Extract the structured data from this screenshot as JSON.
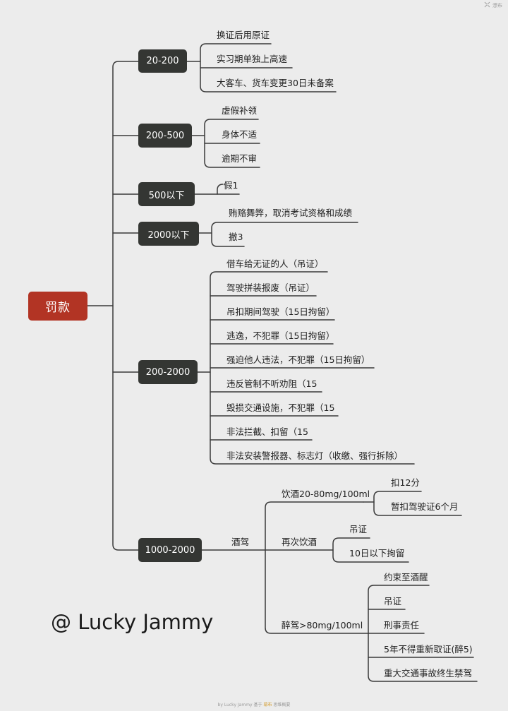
{
  "root": "罚款",
  "mid": {
    "n1": "20-200",
    "n2": "200-500",
    "n3": "500以下",
    "n4": "2000以下",
    "n5": "200-2000",
    "n6": "1000-2000"
  },
  "leaves": {
    "a1": "换证后用原证",
    "a2": "实习期单独上高速",
    "a3": "大客车、货车变更30日未备案",
    "b1": "虚假补领",
    "b2": "身体不适",
    "b3": "逾期不审",
    "c1": "假1",
    "d1": "贿赂舞弊，取消考试资格和成绩",
    "d2": "撤3",
    "e1": "借车给无证的人（吊证）",
    "e2": "驾驶拼装报废（吊证）",
    "e3": "吊扣期间驾驶（15日拘留）",
    "e4": "逃逸，不犯罪（15日拘留）",
    "e5": "强迫他人违法，不犯罪（15日拘留）",
    "e6": "违反管制不听劝阻（15",
    "e7": "毁损交通设施，不犯罪（15",
    "e8": "非法拦截、扣留（15",
    "e9": "非法安装警报器、标志灯（收缴、强行拆除）",
    "f1": "酒驾",
    "g1": "饮酒20-80mg/100ml",
    "g2": "再次饮酒",
    "g3": "醉驾>80mg/100ml",
    "h1": "扣12分",
    "h2": "暂扣驾驶证6个月",
    "i1": "吊证",
    "i2": "10日以下拘留",
    "j1": "约束至酒醒",
    "j2": "吊证",
    "j3": "刑事责任",
    "j4": "5年不得重新取证(醉5)",
    "j5": "重大交通事故终生禁驾"
  },
  "signature": "@ Lucky Jammy",
  "topright_label": "漂布",
  "footer": {
    "author": "by Lucky Jammy",
    "middle": "基于",
    "brand": "幕布",
    "tail": "思维概要 "
  },
  "colors": {
    "background": "#ececec",
    "root": "#b23424",
    "node": "#343633",
    "line": "#3a3a3a"
  }
}
